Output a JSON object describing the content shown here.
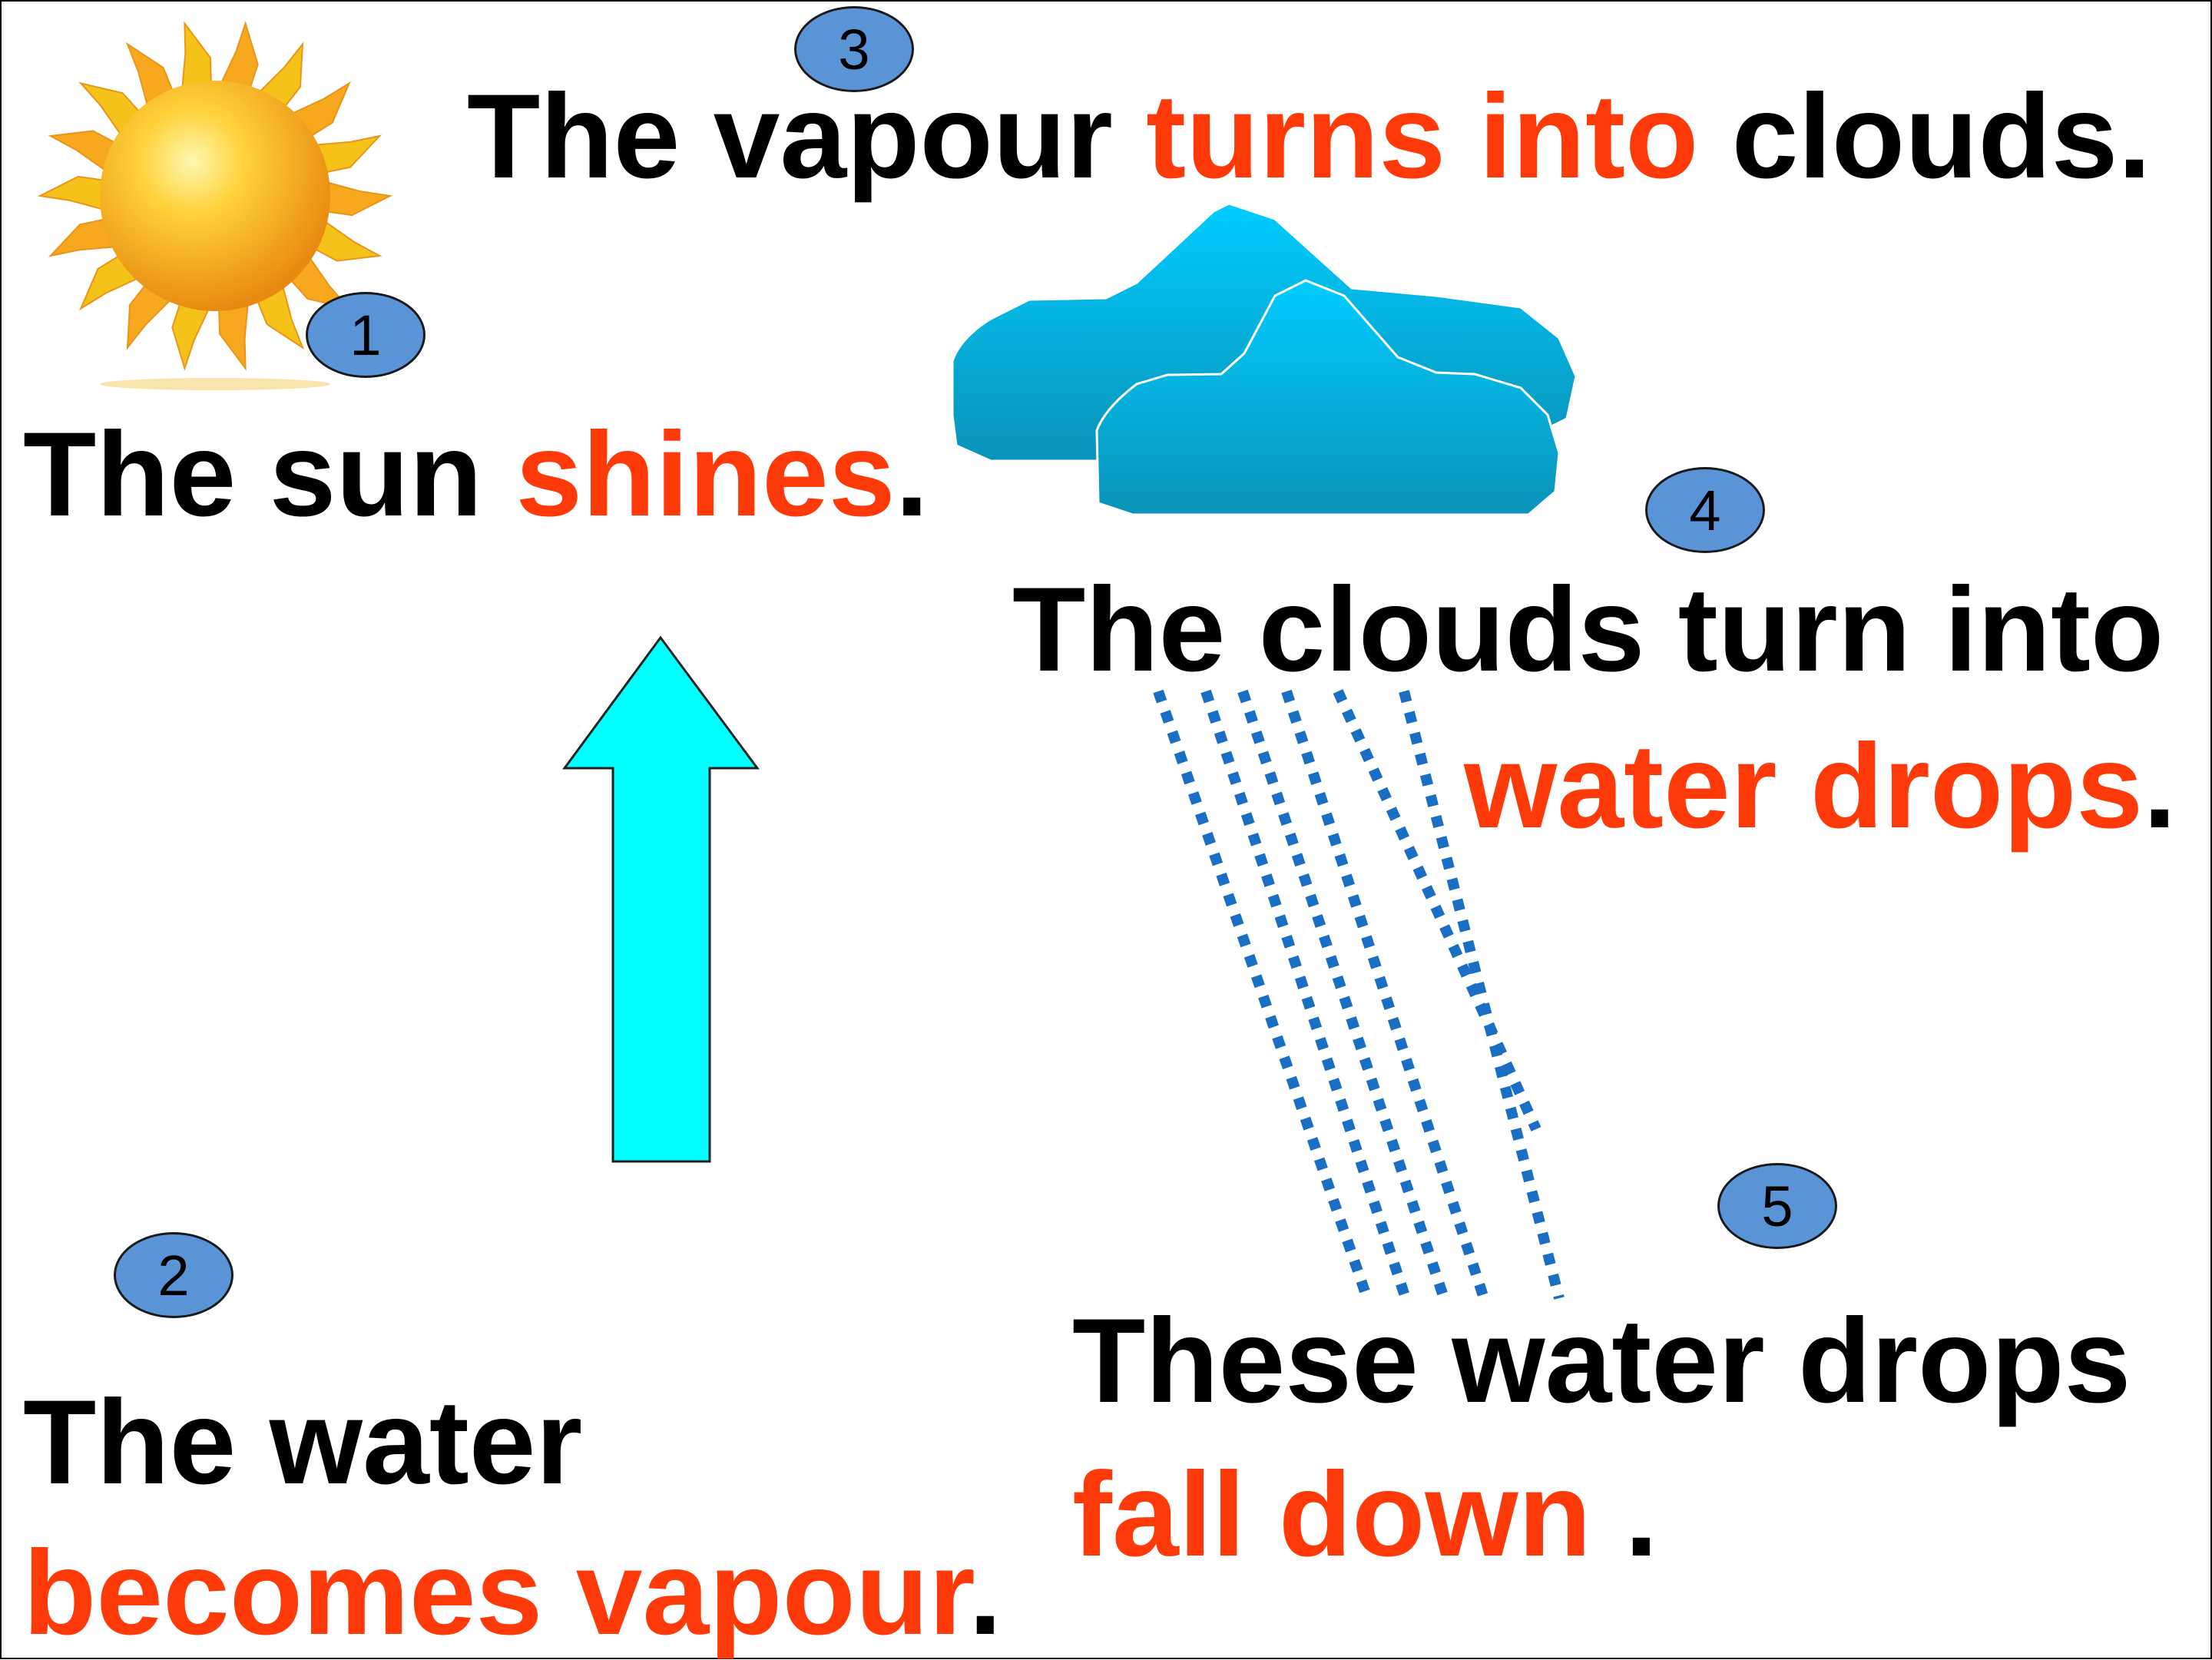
{
  "steps": [
    {
      "number": "1",
      "parts": [
        {
          "text": "The sun ",
          "highlight": false
        },
        {
          "text": "shines",
          "highlight": true
        },
        {
          "text": ".",
          "highlight": false
        }
      ]
    },
    {
      "number": "2",
      "line1": [
        {
          "text": "The water",
          "highlight": false
        }
      ],
      "line2": [
        {
          "text": "becomes vapour",
          "highlight": true
        },
        {
          "text": ".",
          "highlight": false
        }
      ]
    },
    {
      "number": "3",
      "parts": [
        {
          "text": "The vapour ",
          "highlight": false
        },
        {
          "text": "turns into",
          "highlight": true
        },
        {
          "text": " clouds.",
          "highlight": false
        }
      ]
    },
    {
      "number": "4",
      "line1": [
        {
          "text": "The clouds turn into",
          "highlight": false
        }
      ],
      "line2": [
        {
          "text": "water drops",
          "highlight": true
        },
        {
          "text": ".",
          "highlight": false
        }
      ]
    },
    {
      "number": "5",
      "line1": [
        {
          "text": "These water drops",
          "highlight": false
        }
      ],
      "line2": [
        {
          "text": "fall down",
          "highlight": true
        },
        {
          "text": " .",
          "highlight": false
        }
      ]
    }
  ],
  "icons": {
    "sun": "sun-icon",
    "cloud": "cloud-icon",
    "arrow": "up-arrow-icon",
    "rain": "rain-icon"
  },
  "colors": {
    "highlight": "#ff3a0a",
    "text": "#000000",
    "badge": "#5b94d6",
    "arrow": "#00ffff",
    "cloud_top": "#00ccff",
    "cloud_bottom": "#0a93b8",
    "rain": "#1a6fc4",
    "sun_core": "#f7a21b",
    "sun_rays": "#f7c51b"
  }
}
